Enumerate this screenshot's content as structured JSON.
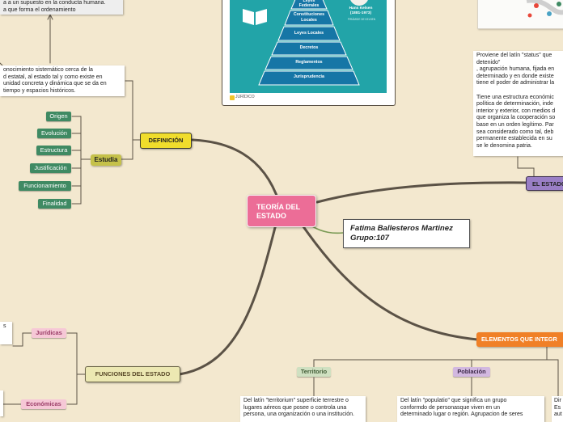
{
  "central": {
    "title": "TEORÍA DEL ESTADO"
  },
  "author": {
    "line1": "Fatima Ballesteros Martinez",
    "line2": "Grupo:107"
  },
  "definicion": {
    "label": "DEFINICIÓN",
    "estudia": "Estudia",
    "items": [
      "Origen",
      "Evolución",
      "Estructura",
      "Justificación",
      "Funcionamiento",
      "Finalidad"
    ],
    "top_note": "a a un supuesto en la conducta humana.\n a que forma el ordenamiento",
    "note": "onocimiento sistemático cerca de la\nd estatal, al estado tal y como existe en\n unidad concreta y dinámica que se da en\n tiempo y espacios históricos."
  },
  "funciones": {
    "label": "FUNCIONES DEL ESTADO",
    "items": [
      "Jurídicas",
      "Económicas"
    ],
    "left_fragment": "s"
  },
  "el_estado": {
    "label": "EL ESTADO",
    "note": "Proviene del latín \"status\" que\ndetenido\"\n, agrupación humana, fijada en\ndeterminado y en donde existe\ntiene el poder de administrar la\n\nTiene una estructura económic\npolítica de determinación, inde\ninterior y exterior, con medios d\nque organiza la cooperación so\nbase en un orden legítimo. Par\nsea considerado como tal, deb\npermanente establecida en su\nse le denomina patria."
  },
  "elementos": {
    "label": "ELEMENTOS QUE INTEGR",
    "items": [
      "Territorio",
      "Población"
    ],
    "territorio_note": "Del latín \"territorium\" superficie terrestre o\nlugares aéreos que posee o controla una\npersona, una organización o una institución.",
    "poblacion_note": "Del latín \"populatio\" que significa un grupo\nconformdo de personasque viven en un\ndeterminado lugar o región. Agrupacion de seres",
    "right_fragment": "Dir\nEs\naut"
  },
  "kelsen_image": {
    "levels": [
      "Leyes\nFederales",
      "Constituciones\nLocales",
      "Leyes Locales",
      "Decretos",
      "Reglamentos",
      "Jurisprudencia"
    ],
    "author_name": "Hans Kelsen\n(1881-1973)",
    "caption": "PIRÁMIDE DE KELSEN",
    "footer": "JURÍDICO"
  },
  "colors": {
    "background": "#f3e8cf",
    "connector": "#5b5246",
    "central_fill": "#ec6d97",
    "definicion_fill": "#f0dd2c",
    "estudia_fill": "#c5c14a",
    "green_pill": "#3f8a63",
    "pink_pill": "#f6c8d6",
    "el_estado_fill": "#9a7fc6",
    "elementos_fill": "#f08027",
    "territorio_fill": "#cfe0c1",
    "poblacion_fill": "#d2b8e0",
    "funciones_fill": "#ece8b2",
    "pyramid_teal": "#22a4a8"
  }
}
